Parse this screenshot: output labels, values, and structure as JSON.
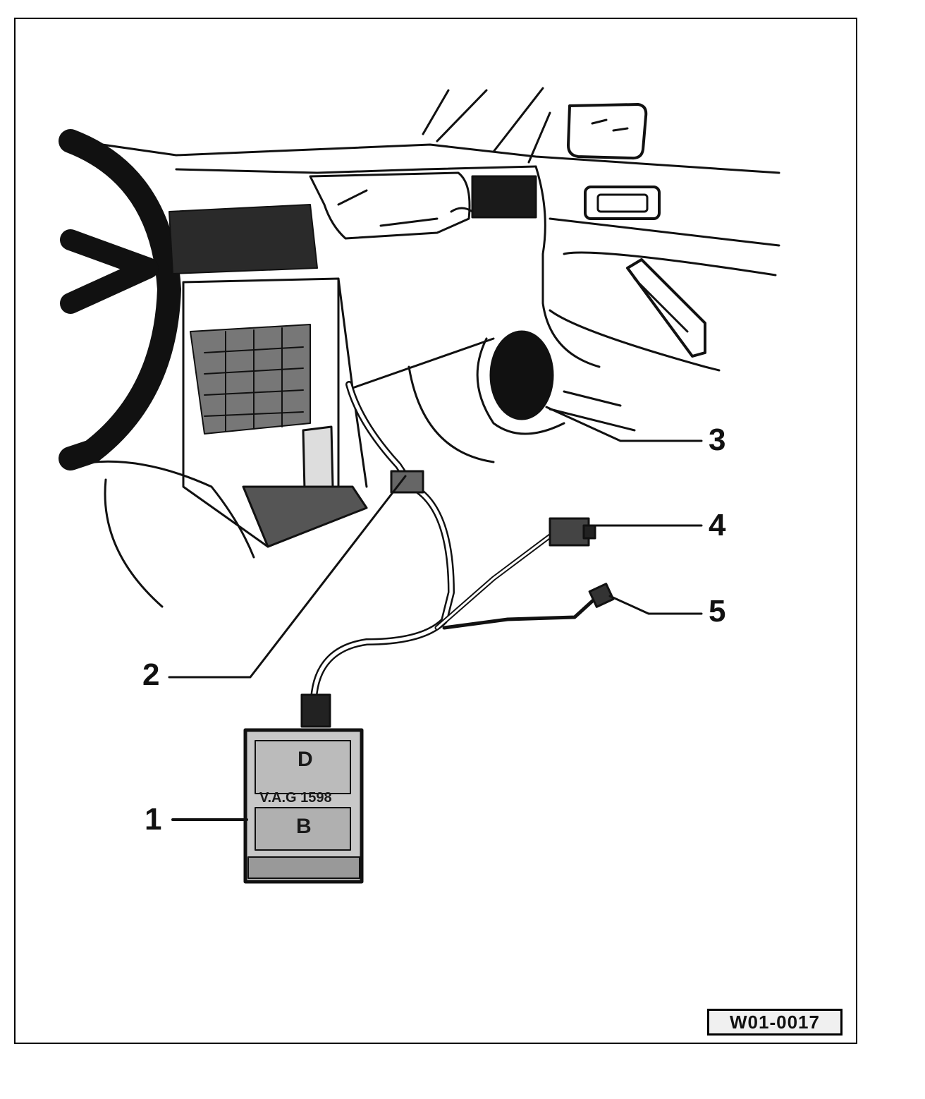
{
  "callouts": [
    {
      "number": "1"
    },
    {
      "number": "2"
    },
    {
      "number": "3"
    },
    {
      "number": "4"
    },
    {
      "number": "5"
    }
  ],
  "reference_code": "W01-0017",
  "device": {
    "top_mark": "D",
    "model": "V.A.G 1598",
    "bottom_mark": "B"
  },
  "colors": {
    "line": "#111111",
    "dark_fill": "#1a1a1a",
    "device_fill": "#c8c8c8",
    "paper": "#ffffff"
  }
}
